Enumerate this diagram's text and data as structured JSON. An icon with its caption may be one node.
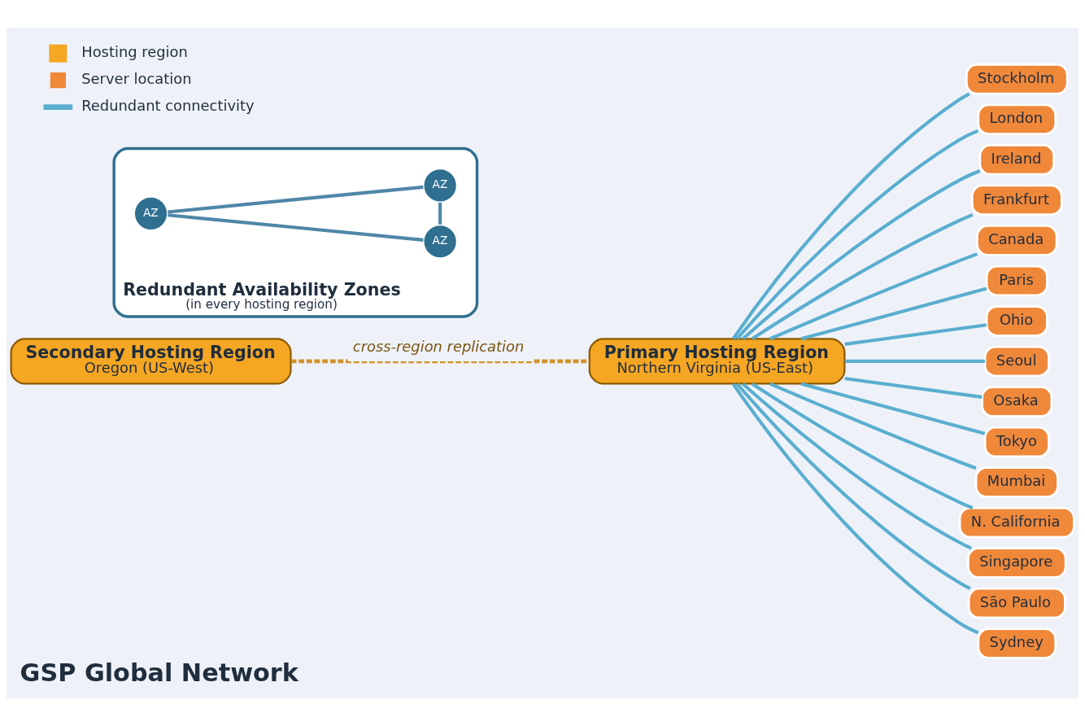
{
  "diagram": {
    "title": "GSP Global Network",
    "nodes": [
      {
        "text": [
          "London"
        ]
      },
      {
        "text": [
          "Stockholm"
        ]
      },
      {
        "text": [
          "Ireland"
        ]
      },
      {
        "text": [
          "Canada"
        ]
      },
      {
        "text": [
          "Frankfurt"
        ]
      },
      {
        "text": [
          "Paris"
        ]
      },
      {
        "text": [
          "Ohio"
        ]
      },
      {
        "text": [
          "Secondary Hosting Region",
          "Oregon (US-West)"
        ]
      },
      {
        "text": [
          "Seoul"
        ]
      },
      {
        "text": [
          "Osaka"
        ]
      },
      {
        "text": [
          "Tokyo"
        ]
      },
      {
        "text": [
          "Primary Hosting Region",
          "Northern Virginia (US-East)"
        ]
      },
      {
        "text": [
          "N. California"
        ]
      },
      {
        "text": [
          "Mumbai"
        ]
      },
      {
        "text": [
          "Singapore"
        ]
      },
      {
        "text": [
          "Redundant Availability Zones",
          "(in every hosting region)"
        ]
      },
      {
        "text": [
          "AZ"
        ],
        "in": 15
      },
      {
        "text": [
          "AZ"
        ],
        "in": 15
      },
      {
        "text": [
          "AZ"
        ],
        "in": 15
      },
      {
        "text": [
          "São Paulo"
        ]
      },
      {
        "text": [
          "Sydney"
        ]
      }
    ],
    "edges": [
      {
        "from": 11,
        "to": 1,
        "arrow": "none"
      },
      {
        "from": 11,
        "to": 0,
        "arrow": "none"
      },
      {
        "from": 11,
        "to": 2,
        "arrow": "none"
      },
      {
        "from": 11,
        "to": 4,
        "arrow": "none"
      },
      {
        "from": 11,
        "to": 3,
        "arrow": "none"
      },
      {
        "from": 11,
        "to": 5,
        "arrow": "none"
      },
      {
        "from": 11,
        "to": 6,
        "arrow": "none"
      },
      {
        "from": 11,
        "to": 8,
        "arrow": "none"
      },
      {
        "from": 11,
        "to": 9,
        "arrow": "none"
      },
      {
        "from": 11,
        "to": 10,
        "arrow": "none"
      },
      {
        "from": 11,
        "to": 13,
        "arrow": "none"
      },
      {
        "from": 11,
        "to": 12,
        "arrow": "none"
      },
      {
        "from": 11,
        "to": 14,
        "arrow": "none"
      },
      {
        "from": 11,
        "to": 19,
        "arrow": "none"
      },
      {
        "from": 11,
        "to": 20,
        "arrow": "none"
      },
      {
        "from": 7,
        "to": 11,
        "arrow": "none",
        "label": "cross-region replication",
        "style": "dashed",
        "color": "#d4912f"
      },
      {
        "from": 16,
        "to": 17,
        "arrow": "none",
        "color": "#4f87a8"
      },
      {
        "from": 16,
        "to": 18,
        "arrow": "none",
        "color": "#4f87a8"
      },
      {
        "from": 17,
        "to": 18,
        "arrow": "none",
        "color": "#4f87a8"
      }
    ],
    "legend": [
      {
        "text": "Hosting region"
      },
      {
        "text": "Server location",
        "color": "#f0883a"
      },
      {
        "text": "Redundant connectivity"
      }
    ]
  }
}
